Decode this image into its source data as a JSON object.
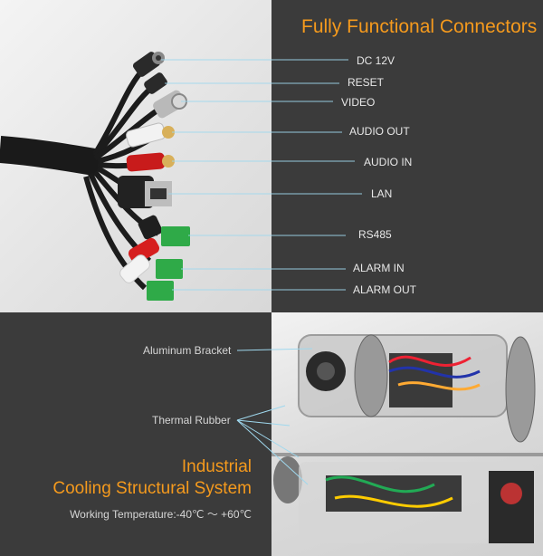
{
  "header": {
    "title": "Fully Functional Connectors"
  },
  "connectors": [
    "DC 12V",
    "RESET",
    "VIDEO",
    "AUDIO OUT",
    "AUDIO IN",
    "LAN",
    "RS485",
    "ALARM IN",
    "ALARM OUT"
  ],
  "internals": {
    "labels": [
      "Aluminum Bracket",
      "Thermal Rubber"
    ],
    "title_line1": "Industrial",
    "title_line2": "Cooling Structural System",
    "working_temp": "Working Temperature:-40℃ ～ +60℃"
  },
  "colors": {
    "accent": "#f59a1d",
    "dark_bg": "#3b3b3b",
    "callout_line": "#9fd8ee"
  }
}
